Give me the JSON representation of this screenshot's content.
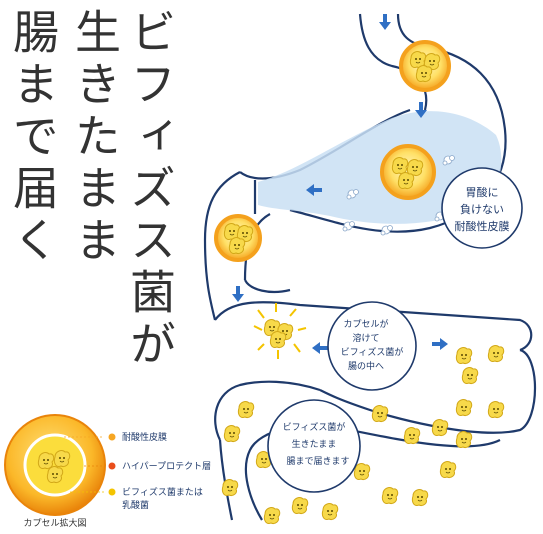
{
  "headline": {
    "line1": "ビフィズス菌が",
    "line2": "生きたまま",
    "line3": "腸まで届く"
  },
  "bubbles": {
    "stomach": [
      "胃酸に",
      "負けない",
      "耐酸性皮膜"
    ],
    "release": [
      "カプセルが",
      "溶けて",
      "ビフィズス菌が",
      "腸の中へ"
    ],
    "arrive": [
      "ビフィズス菌が",
      "生きたまま",
      "腸まで届きます"
    ]
  },
  "legend": {
    "items": [
      "耐酸性皮膜",
      "ハイパープロテクト層",
      "ビフィズス菌または",
      "乳酸菌"
    ],
    "caption": "カプセル拡大図"
  },
  "colors": {
    "outline": "#1f3a6b",
    "arrow": "#2f6fc4",
    "stomach_fluid": "#c9dff3",
    "capsule_outer": "#f6a623",
    "capsule_ring": "#f4c400",
    "capsule_inner": "#fff3b0",
    "bacteria": "#f7d94a"
  },
  "icons": [
    "arrow-down-icon",
    "arrow-left-icon",
    "arrow-right-icon",
    "bacteria-icon",
    "acid-bubble-icon"
  ]
}
